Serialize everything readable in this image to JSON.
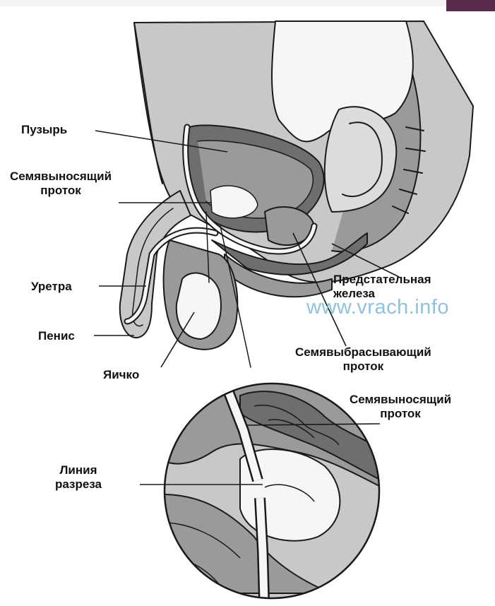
{
  "labels": {
    "bladder": "Пузырь",
    "vas_deferens_top": "Семявыносящий\nпроток",
    "urethra": "Уретра",
    "penis": "Пенис",
    "testis": "Яичко",
    "prostate": "Предстательная\nжелеза",
    "ejaculatory_duct": "Семявыбрасывающий\nпроток",
    "vas_deferens_inset": "Семявыносящий\nпроток",
    "cut_line": "Линия\nразреза"
  },
  "watermark": "www.vrach.info",
  "colors": {
    "tissue_light": "#c8c8c8",
    "tissue_mid": "#9a9a9a",
    "tissue_dark": "#6e6e6e",
    "organ_white": "#f6f6f6",
    "outline": "#1a1a1a",
    "corner_tab": "#5b2a4a",
    "watermark": "#8fc2df"
  }
}
